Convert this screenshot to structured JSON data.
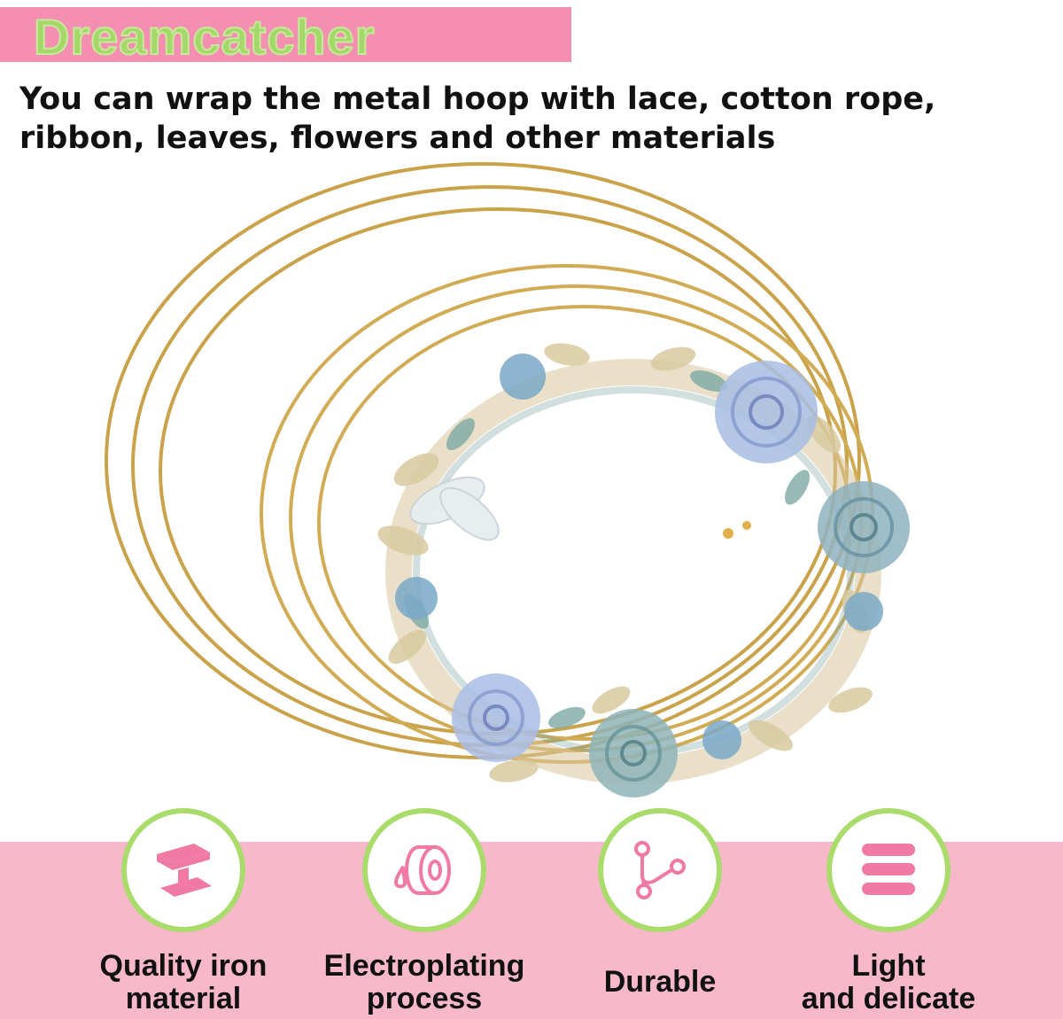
{
  "header": {
    "title": "Dreamcatcher",
    "subtitle": "You can wrap the metal hoop with lace, cotton rope, ribbon, leaves, flowers and other materials"
  },
  "colors": {
    "title_bar": "#f48fb1",
    "title_text": "#a5d86a",
    "band": "#f7b8ca",
    "circle_ring": "#a9dc6a",
    "icon": "#f07aa4",
    "hoop_gold": "#c9a24a"
  },
  "illustration": {
    "icon": "gold-hoops-with-floral-wreath-illustration"
  },
  "features": [
    {
      "icon": "iron-beam-icon",
      "line1": "Quality iron",
      "line2": "material"
    },
    {
      "icon": "electroplating-roll-icon",
      "line1": "Electroplating",
      "line2": "process"
    },
    {
      "icon": "durable-nodes-icon",
      "line1": "Durable",
      "line2": ""
    },
    {
      "icon": "stacked-layers-icon",
      "line1": "Light",
      "line2": "and delicate"
    }
  ]
}
